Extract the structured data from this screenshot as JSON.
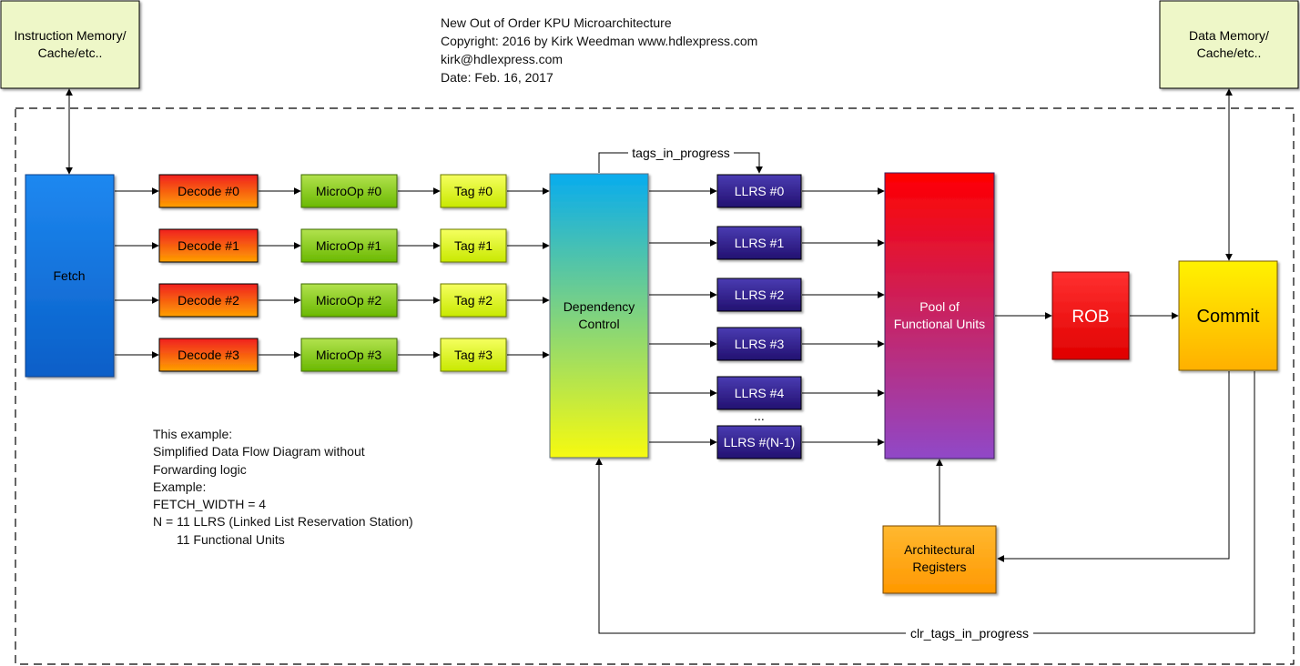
{
  "header": {
    "title": "New Out of Order KPU Microarchitecture",
    "copyright": "Copyright: 2016 by Kirk Weedman www.hdlexpress.com",
    "email": "kirk@hdlexpress.com",
    "date": "Date: Feb. 16, 2017"
  },
  "memory": {
    "instruction": [
      "Instruction Memory/",
      "Cache/etc.."
    ],
    "data": [
      "Data Memory/",
      "Cache/etc.."
    ]
  },
  "fetch": "Fetch",
  "decode": [
    "Decode #0",
    "Decode #1",
    "Decode #2",
    "Decode #3"
  ],
  "microop": [
    "MicroOp #0",
    "MicroOp #1",
    "MicroOp #2",
    "MicroOp #3"
  ],
  "tag": [
    "Tag #0",
    "Tag #1",
    "Tag #2",
    "Tag #3"
  ],
  "dependency_control": [
    "Dependency",
    "Control"
  ],
  "llrs": [
    "LLRS #0",
    "LLRS #1",
    "LLRS #2",
    "LLRS #3",
    "LLRS #4",
    "LLRS #(N-1)"
  ],
  "llrs_ellipsis": "...",
  "pool": [
    "Pool of",
    "Functional Units"
  ],
  "rob": "ROB",
  "commit": "Commit",
  "arch_regs": [
    "Architectural",
    "Registers"
  ],
  "signals": {
    "tags_in_progress": "tags_in_progress",
    "clr_tags_in_progress": "clr_tags_in_progress"
  },
  "note": {
    "line1": "This example:",
    "line2": "Simplified Data Flow Diagram without",
    "line3": "Forwarding logic",
    "line4": "Example:",
    "line5": "FETCH_WIDTH = 4",
    "line6": "N = 11 LLRS (Linked List Reservation Station)",
    "line7": "11 Functional Units"
  },
  "colors": {
    "memory_fill": "#EEF7C8",
    "fetch": [
      "#1E88F0",
      "#0A5FC8"
    ],
    "decode": [
      "#F02020",
      "#FFA000"
    ],
    "microop": [
      "#B2E24E",
      "#6AB800"
    ],
    "tag": [
      "#F5FF60",
      "#C8E800"
    ],
    "dependency": [
      "#08ACEE",
      "#F6FA10"
    ],
    "llrs": [
      "#4A3CB2",
      "#221070"
    ],
    "pool": [
      "#FF0000",
      "#9048C8"
    ],
    "rob": [
      "#FF3030",
      "#E00000"
    ],
    "commit": [
      "#FFF200",
      "#FFB000"
    ],
    "arch_regs": [
      "#FFB830",
      "#FF9800"
    ]
  }
}
